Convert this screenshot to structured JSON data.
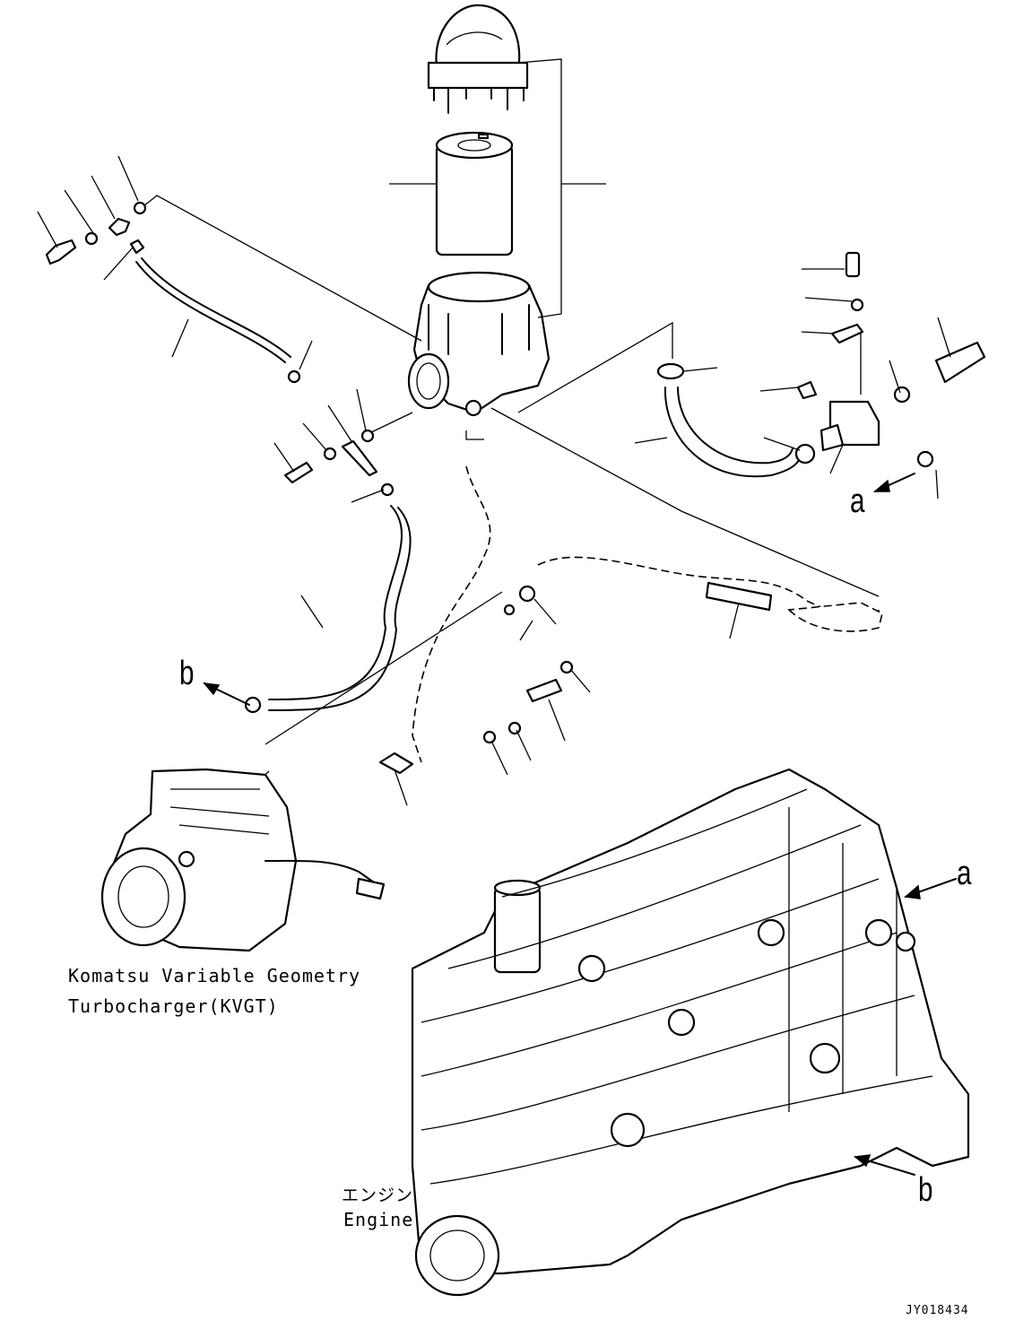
{
  "callouts": {
    "a_top": "a",
    "a_engine": "a",
    "b_left": "b",
    "b_engine": "b"
  },
  "captions": {
    "kvgt_line1": "Komatsu Variable Geometry",
    "kvgt_line2": "Turbocharger(KVGT)",
    "engine_jp": "エンジン",
    "engine_en": "Engine"
  },
  "drawing_code": "JY018434"
}
